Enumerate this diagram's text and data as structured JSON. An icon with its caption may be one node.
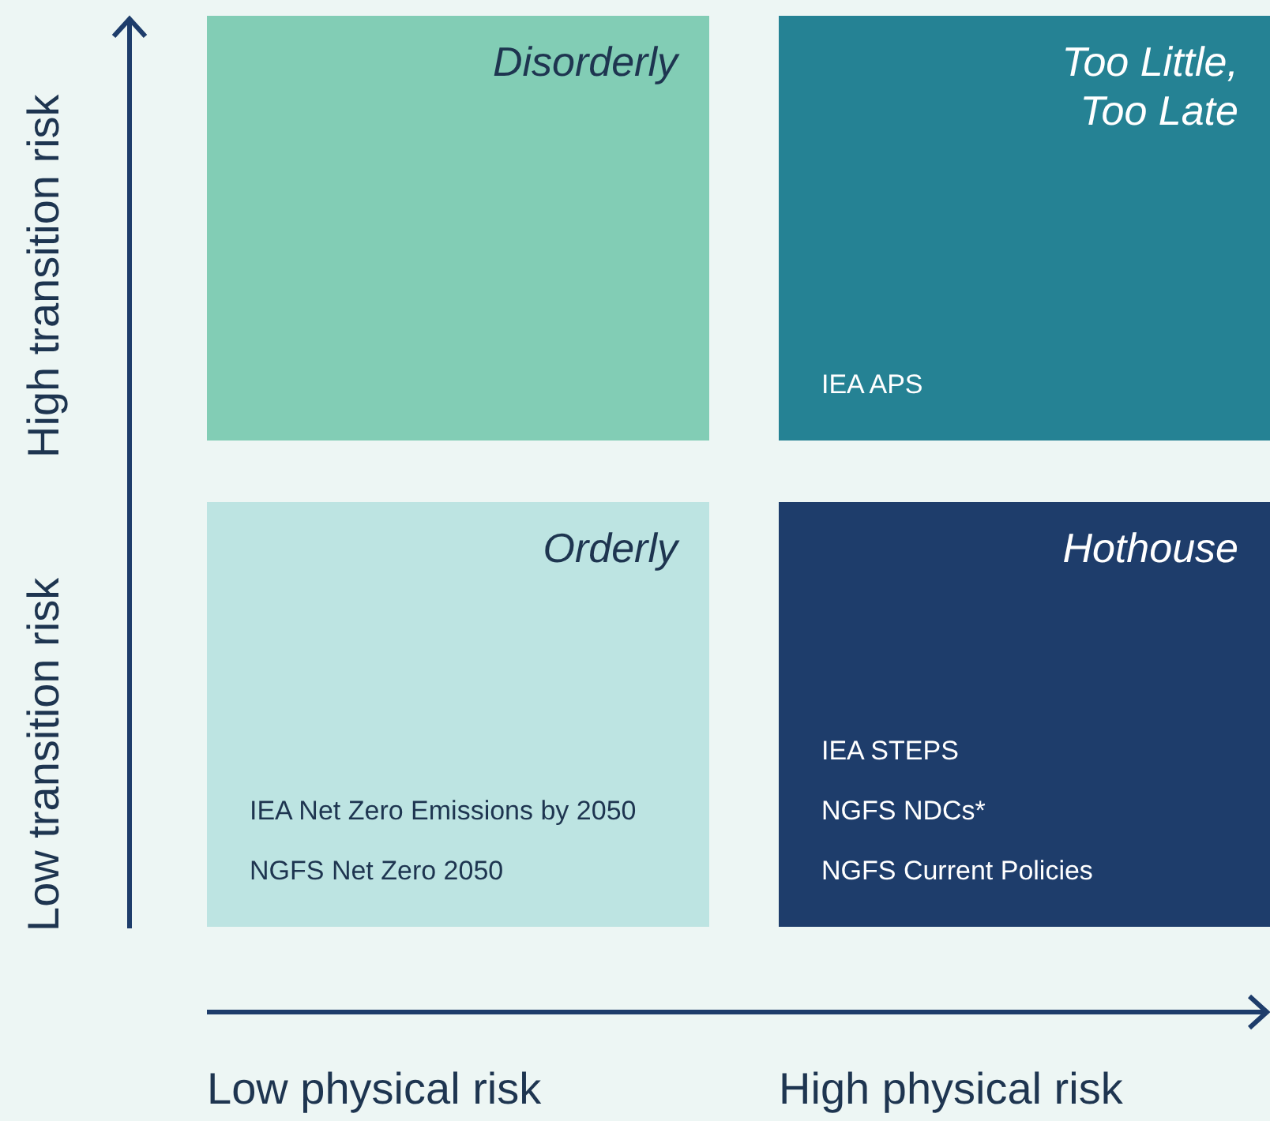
{
  "diagram": {
    "nodes": [
      {
        "text": [
          "Disorderly"
        ]
      },
      {
        "text": [
          "Too Little, Too Late",
          "IEA APS"
        ]
      },
      {
        "text": [
          "Orderly",
          "IEA Net Zero Emissions by 2050",
          "NGFS Net Zero 2050"
        ]
      },
      {
        "text": [
          "Hothouse",
          "IEA STEPS",
          "NGFS NDCs*",
          "NGFS Current Policies"
        ]
      }
    ],
    "edges": [],
    "labels": [
      "High transition risk",
      "Low transition risk",
      "Low physical risk",
      "High physical risk"
    ]
  }
}
